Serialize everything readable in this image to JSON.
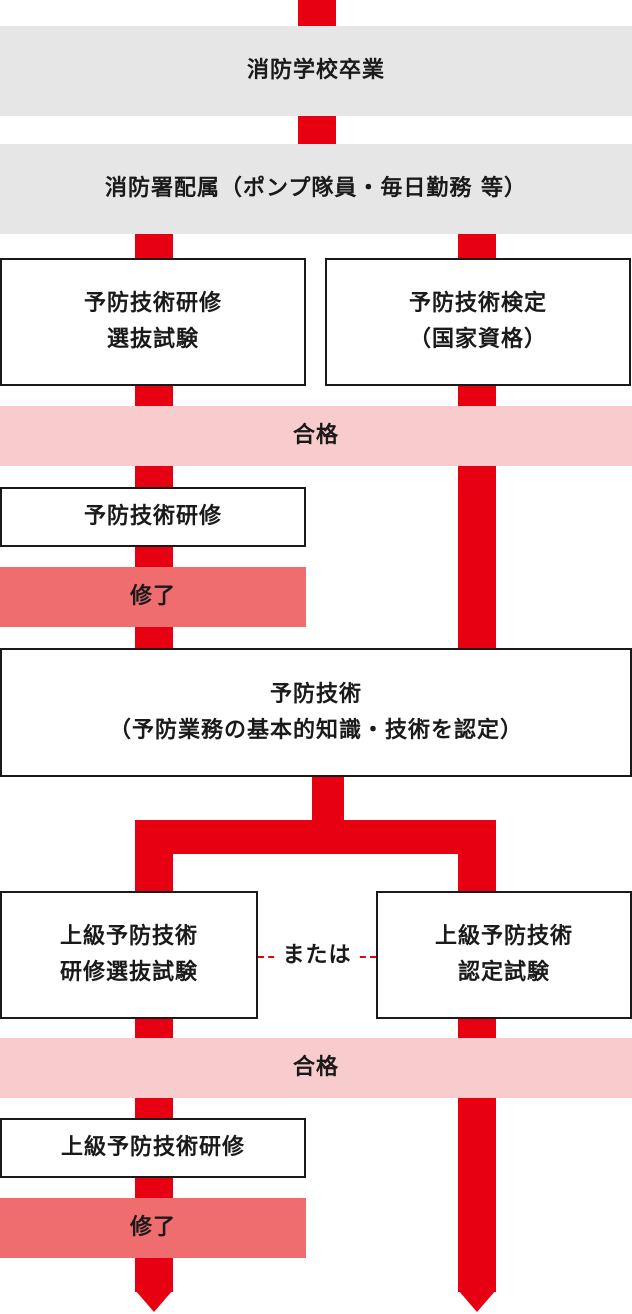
{
  "steps": {
    "graduation": "消防学校卒業",
    "assignment": "消防署配属（ポンプ隊員・毎日勤務 等）",
    "exam_training_select": [
      "予防技術研修",
      "選抜試験"
    ],
    "exam_national": [
      "予防技術検定",
      "（国家資格）"
    ],
    "pass_1": "合格",
    "training_1": "予防技術研修",
    "complete_1": "修了",
    "certification": [
      "予防技術",
      "（予防業務の基本的知識・技術を認定）"
    ],
    "advanced_training_select": [
      "上級予防技術",
      "研修選抜試験"
    ],
    "or_label": "または",
    "advanced_cert_exam": [
      "上級予防技術",
      "認定試験"
    ],
    "pass_2": "合格",
    "training_2": "上級予防技術研修",
    "complete_2": "修了"
  },
  "colors": {
    "line": "#e60012",
    "gray_band": "#e6e6e6",
    "pass_band": "#f8cbcc",
    "complete_band": "#ef6c6f"
  }
}
